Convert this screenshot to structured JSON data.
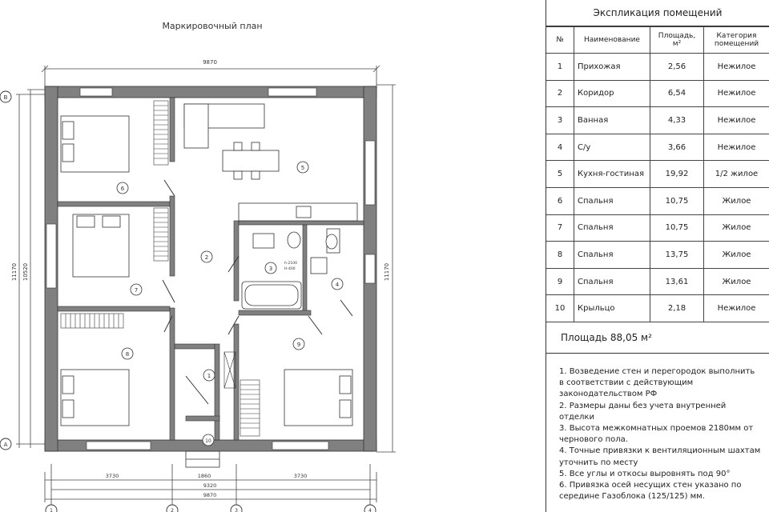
{
  "plan": {
    "title": "Маркировочный план",
    "dim_top": "9870",
    "dim_left_outer": "11170",
    "dim_left_inner": "10520",
    "dim_right": "11170",
    "dim_bottom": [
      "3730",
      "1860",
      "3730"
    ],
    "dim_bottom_total_inner": "9320",
    "dim_bottom_total_outer": "9870",
    "axis_left": [
      "В",
      "А"
    ],
    "axis_bottom": [
      "1",
      "2",
      "3",
      "4"
    ],
    "room_marks": [
      "1",
      "2",
      "3",
      "4",
      "5",
      "6",
      "7",
      "8",
      "9",
      "10"
    ],
    "vent_note": [
      "h-2100",
      "Н-400"
    ]
  },
  "explication": {
    "title": "Экспликация помещений",
    "headers": [
      "№",
      "Наименование",
      "Площадь, м²",
      "Категория помещений"
    ],
    "rows": [
      [
        "1",
        "Прихожая",
        "2,56",
        "Нежилое"
      ],
      [
        "2",
        "Коридор",
        "6,54",
        "Нежилое"
      ],
      [
        "3",
        "Ванная",
        "4,33",
        "Нежилое"
      ],
      [
        "4",
        "С/у",
        "3,66",
        "Нежилое"
      ],
      [
        "5",
        "Кухня-гостиная",
        "19,92",
        "1/2 жилое"
      ],
      [
        "6",
        "Спальня",
        "10,75",
        "Жилое"
      ],
      [
        "7",
        "Спальня",
        "10,75",
        "Жилое"
      ],
      [
        "8",
        "Спальня",
        "13,75",
        "Жилое"
      ],
      [
        "9",
        "Спальня",
        "13,61",
        "Жилое"
      ],
      [
        "10",
        "Крыльцо",
        "2,18",
        "Нежилое"
      ]
    ],
    "total_area": "Площадь 88,05 м²",
    "notes": [
      "1. Возведение стен и перегородок выполнить в соответствии с действующим законодательством РФ",
      "2. Размеры даны без учета внутренней отделки",
      "3. Высота межкомнатных проемов 2180мм от чернового пола.",
      "4. Точные привязки к вентиляционным шахтам уточнить по месту",
      "5. Все углы и откосы выровнять под 90°",
      "6. Привязка осей несущих стен указано по середине Газоблока (125/125) мм."
    ]
  },
  "colors": {
    "wall": "#808080",
    "line": "#333333"
  }
}
